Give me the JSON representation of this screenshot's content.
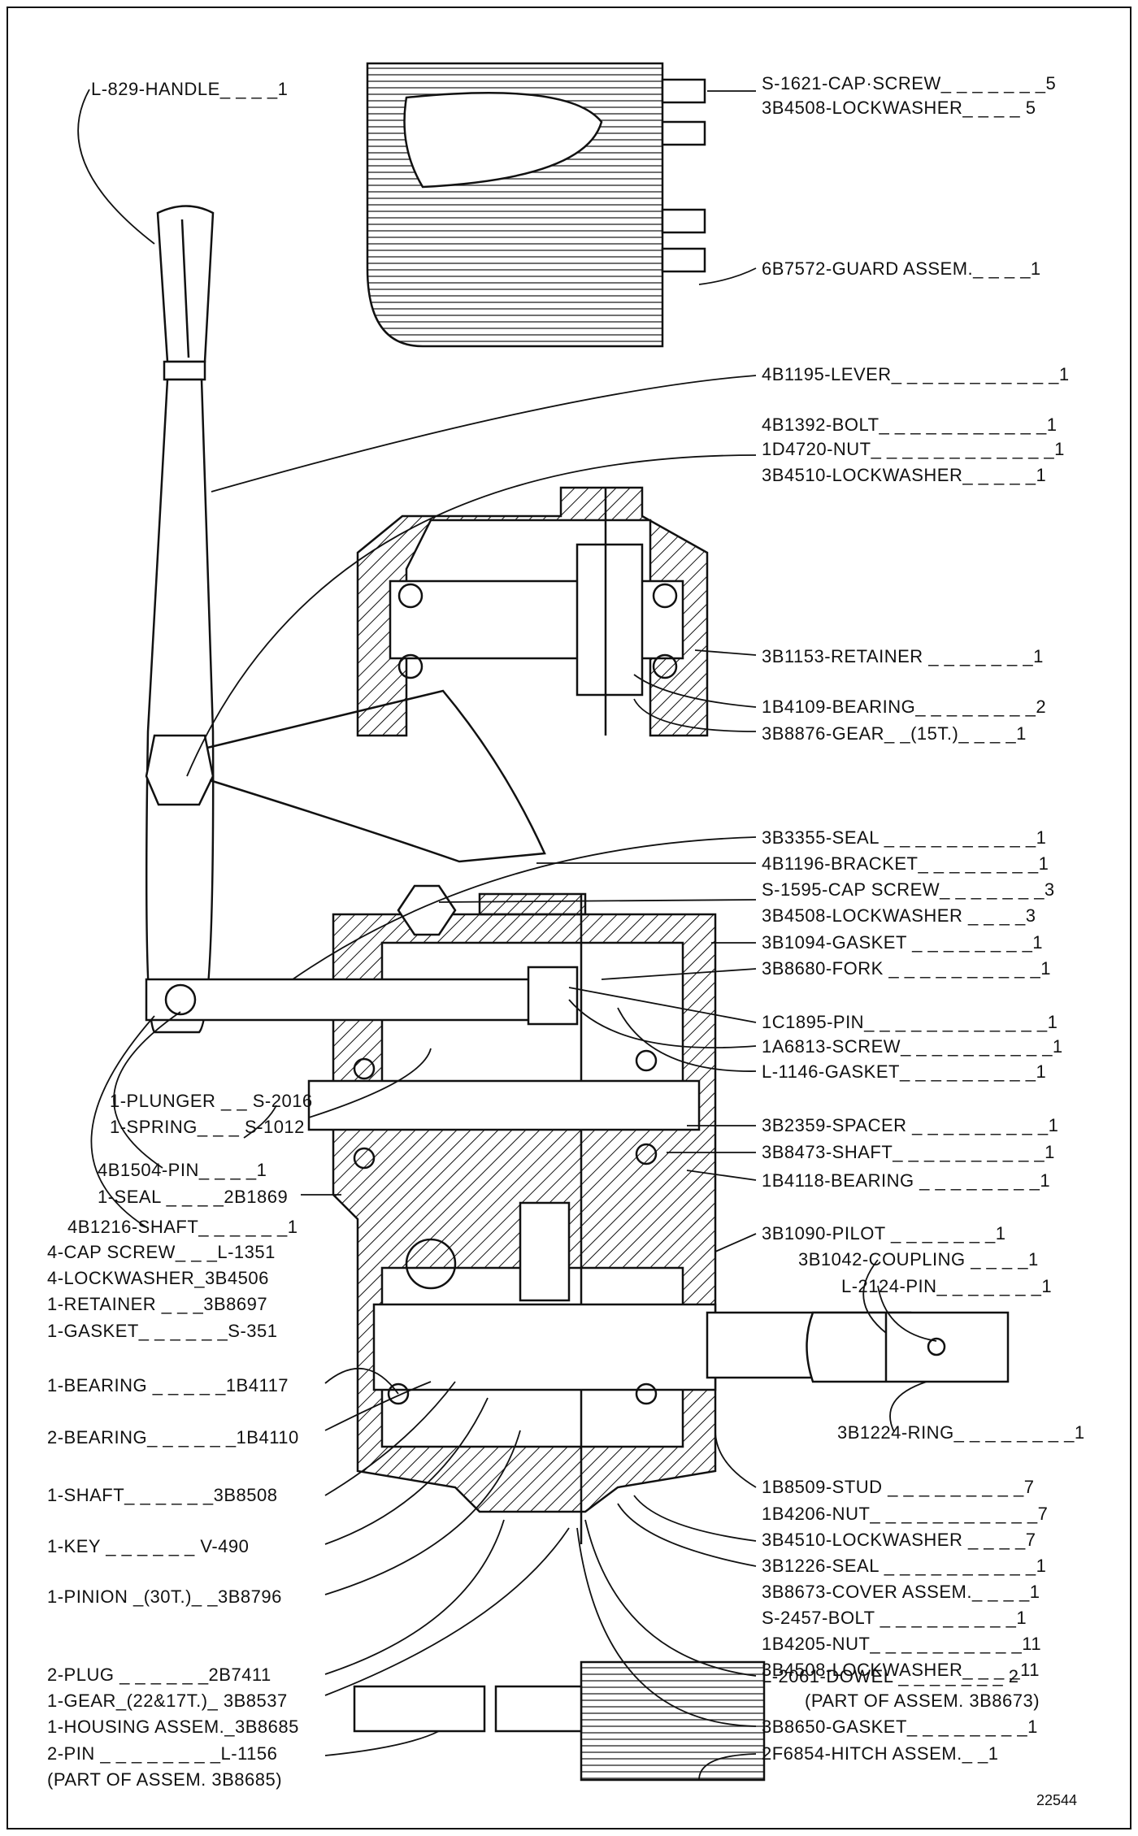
{
  "drawing_number": "22544",
  "labels_right": [
    "S-1621-CAP·SCREW_ _ _ _ _ _ _5",
    "3B4508-LOCKWASHER_ _ _ _ 5",
    "6B7572-GUARD ASSEM._ _ _ _1",
    "4B1195-LEVER_ _ _ _ _ _ _ _ _ _ _1",
    "4B1392-BOLT_ _ _ _ _ _ _ _ _ _ _1",
    "1D4720-NUT_ _ _ _ _ _ _ _ _ _ _ _1",
    "3B4510-LOCKWASHER_ _ _ _ _1",
    "3B1153-RETAINER _ _ _ _ _ _ _1",
    "1B4109-BEARING_ _ _ _ _ _ _ _2",
    "3B8876-GEAR_ _(15T.)_ _ _ _1",
    "3B3355-SEAL _ _ _ _ _ _ _ _ _ _1",
    "4B1196-BRACKET_ _ _ _ _ _ _ _1",
    "S-1595-CAP SCREW_ _ _ _ _ _ _3",
    "3B4508-LOCKWASHER _ _ _ _3",
    "3B1094-GASKET _ _ _ _ _ _ _ _1",
    "3B8680-FORK _ _ _ _ _ _ _ _ _ _1",
    "1C1895-PIN_ _ _ _ _ _ _ _ _ _ _ _1",
    "1A6813-SCREW_ _ _ _ _ _ _ _ _ _1",
    "L-1146-GASKET_ _ _ _ _ _ _ _ _1",
    "3B2359-SPACER _ _ _ _ _ _ _ _ _1",
    "3B8473-SHAFT_ _ _ _ _ _ _ _ _ _1",
    "1B4118-BEARING _ _ _ _ _ _ _ _1",
    "3B1090-PILOT _ _ _ _ _ _ _1",
    "3B1042-COUPLING _ _ _ _1",
    "L-2124-PIN_ _ _ _ _ _ _1",
    "3B1224-RING_ _ _ _ _ _ _ _1",
    "1B8509-STUD _ _ _ _ _ _ _ _ _7",
    "1B4206-NUT_ _ _ _ _ _ _ _ _ _ _7",
    "3B4510-LOCKWASHER _ _ _ _7",
    "3B1226-SEAL _ _ _ _ _ _ _ _ _ _1",
    "3B8673-COVER ASSEM._ _ _ _1",
    "S-2457-BOLT _ _ _ _ _ _ _ _ _1",
    "1B4205-NUT_ _ _ _ _ _ _ _ _ _11",
    "3B4508-LOCKWASHER_ _ _ _11",
    "L-2061-DOWEL _ _ _ _ _ _ _ 2",
    "(PART OF ASSEM. 3B8673)",
    "3B8650-GASKET_ _ _ _ _ _ _ _1",
    "2F6854-HITCH ASSEM._ _1"
  ],
  "labels_left": [
    "L-829-HANDLE_ _ _ _1",
    "1-PLUNGER _ _ S-2016",
    "1-SPRING_ _ _ S-1012",
    "4B1504-PIN_ _ _ _1",
    "1-SEAL _ _ _ _2B1869",
    "4B1216-SHAFT_ _ _ _ _ _1",
    "4-CAP SCREW_ _ _L-1351",
    "4-LOCKWASHER_3B4506",
    "1-RETAINER _ _ _3B8697",
    "1-GASKET_ _ _ _ _ _S-351",
    "1-BEARING _ _ _ _ _1B4117",
    "2-BEARING_ _ _ _ _ _1B4110",
    "1-SHAFT_ _ _ _ _ _3B8508",
    "1-KEY _ _ _ _ _ _ V-490",
    "1-PINION _(30T.)_ _3B8796",
    "2-PLUG _ _ _ _ _ _2B7411",
    "1-GEAR_(22&17T.)_ 3B8537",
    "1-HOUSING ASSEM._3B8685",
    "2-PIN _ _ _ _ _ _ _ _L-1156",
    "(PART OF ASSEM. 3B8685)"
  ]
}
